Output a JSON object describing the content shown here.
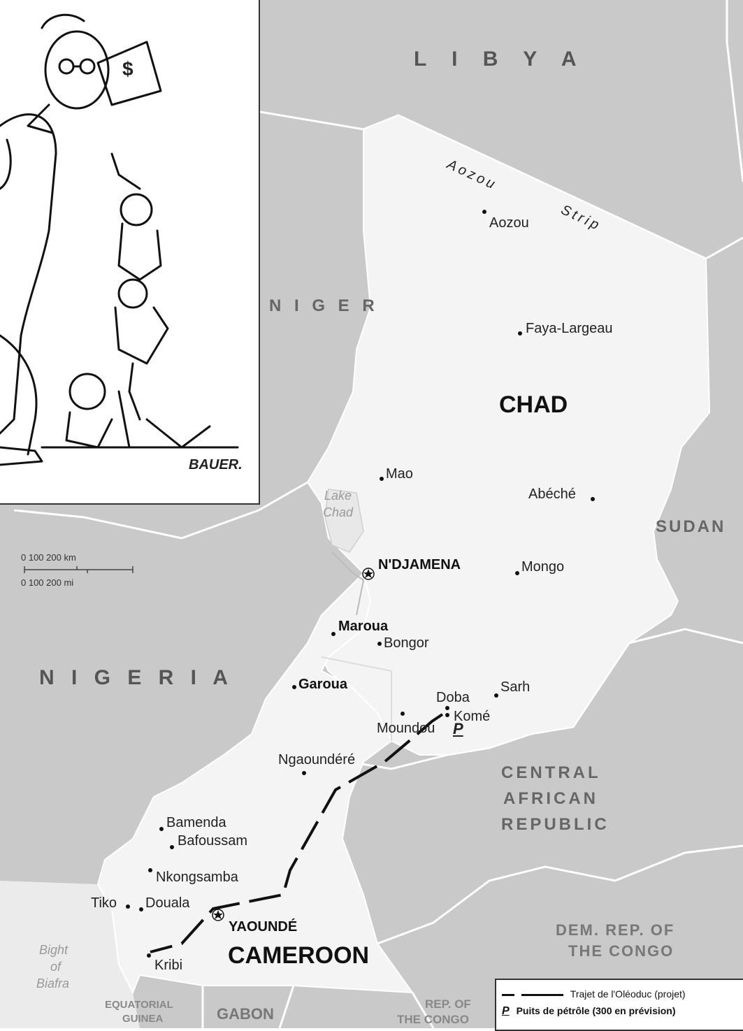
{
  "countries": {
    "libya": "L I B Y A",
    "niger": "N I G E R",
    "nigeria": "N I G E R I A",
    "sudan": "SUDAN",
    "car1": "CENTRAL",
    "car2": "AFRICAN",
    "car3": "REPUBLIC",
    "drc1": "DEM. REP. OF",
    "drc2": "THE CONGO",
    "eqg1": "EQUATORIAL",
    "eqg2": "GUINEA",
    "gabon": "GABON",
    "roc1": "REP. OF",
    "roc2": "THE CONGO",
    "chad": "CHAD",
    "cameroon": "CAMEROON"
  },
  "regions": {
    "aozou_word": "Aozou",
    "strip_word": "Strip"
  },
  "water": {
    "lake1": "Lake",
    "lake2": "Chad",
    "bight1": "Bight",
    "bight2": "of",
    "bight3": "Biafra"
  },
  "cities": {
    "aozou": "Aozou",
    "faya": "Faya-Largeau",
    "mao": "Mao",
    "abeche": "Abéché",
    "ndjamena": "N'DJAMENA",
    "mongo": "Mongo",
    "maroua": "Maroua",
    "bongor": "Bongor",
    "garoua": "Garoua",
    "sarh": "Sarh",
    "doba": "Doba",
    "kome": "Komé",
    "moundou": "Moundou",
    "ngaoundere": "Ngaoundéré",
    "bamenda": "Bamenda",
    "bafoussam": "Bafoussam",
    "nkongsamba": "Nkongsamba",
    "tiko": "Tiko",
    "douala": "Douala",
    "yaounde": "YAOUNDÉ",
    "kribi": "Kribi"
  },
  "scale": {
    "km_ticks": "0    100   200 km",
    "mi_ticks": "0          100        200 mi"
  },
  "legend": {
    "pipeline": "Trajet de l'Oléoduc (projet)",
    "wells_symbol": "P",
    "wells": "Puits de pétrôle (300 en prévision)"
  },
  "cartoon": {
    "signature": "BAUER.",
    "money_symbol": "$"
  },
  "colors": {
    "foreign_land": "#c8c8c8",
    "focus_land": "#f3f3f3",
    "border": "#ffffff",
    "text": "#222222"
  }
}
